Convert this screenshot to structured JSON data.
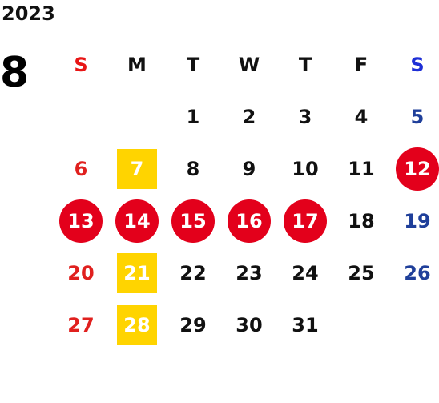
{
  "calendar": {
    "year": "2023",
    "month": "8",
    "weekdays": [
      "S",
      "M",
      "T",
      "W",
      "T",
      "F",
      "S"
    ],
    "colors": {
      "sunday": "#e0201e",
      "saturday": "#1f3f9a",
      "holiday_circle": "#e3001b",
      "highlight_square": "#ffd400"
    },
    "weeks": [
      [
        {
          "day": ""
        },
        {
          "day": ""
        },
        {
          "day": "1"
        },
        {
          "day": "2"
        },
        {
          "day": "3"
        },
        {
          "day": "4"
        },
        {
          "day": "5",
          "kind": "sat"
        }
      ],
      [
        {
          "day": "6",
          "kind": "sun"
        },
        {
          "day": "7",
          "mark": "square"
        },
        {
          "day": "8"
        },
        {
          "day": "9"
        },
        {
          "day": "10"
        },
        {
          "day": "11"
        },
        {
          "day": "12",
          "mark": "circle"
        }
      ],
      [
        {
          "day": "13",
          "mark": "circle"
        },
        {
          "day": "14",
          "mark": "circle"
        },
        {
          "day": "15",
          "mark": "circle"
        },
        {
          "day": "16",
          "mark": "circle"
        },
        {
          "day": "17",
          "mark": "circle"
        },
        {
          "day": "18"
        },
        {
          "day": "19",
          "kind": "sat"
        }
      ],
      [
        {
          "day": "20",
          "kind": "sun"
        },
        {
          "day": "21",
          "mark": "square"
        },
        {
          "day": "22"
        },
        {
          "day": "23"
        },
        {
          "day": "24"
        },
        {
          "day": "25"
        },
        {
          "day": "26",
          "kind": "sat"
        }
      ],
      [
        {
          "day": "27",
          "kind": "sun"
        },
        {
          "day": "28",
          "mark": "square"
        },
        {
          "day": "29"
        },
        {
          "day": "30"
        },
        {
          "day": "31"
        },
        {
          "day": ""
        },
        {
          "day": ""
        }
      ]
    ]
  }
}
